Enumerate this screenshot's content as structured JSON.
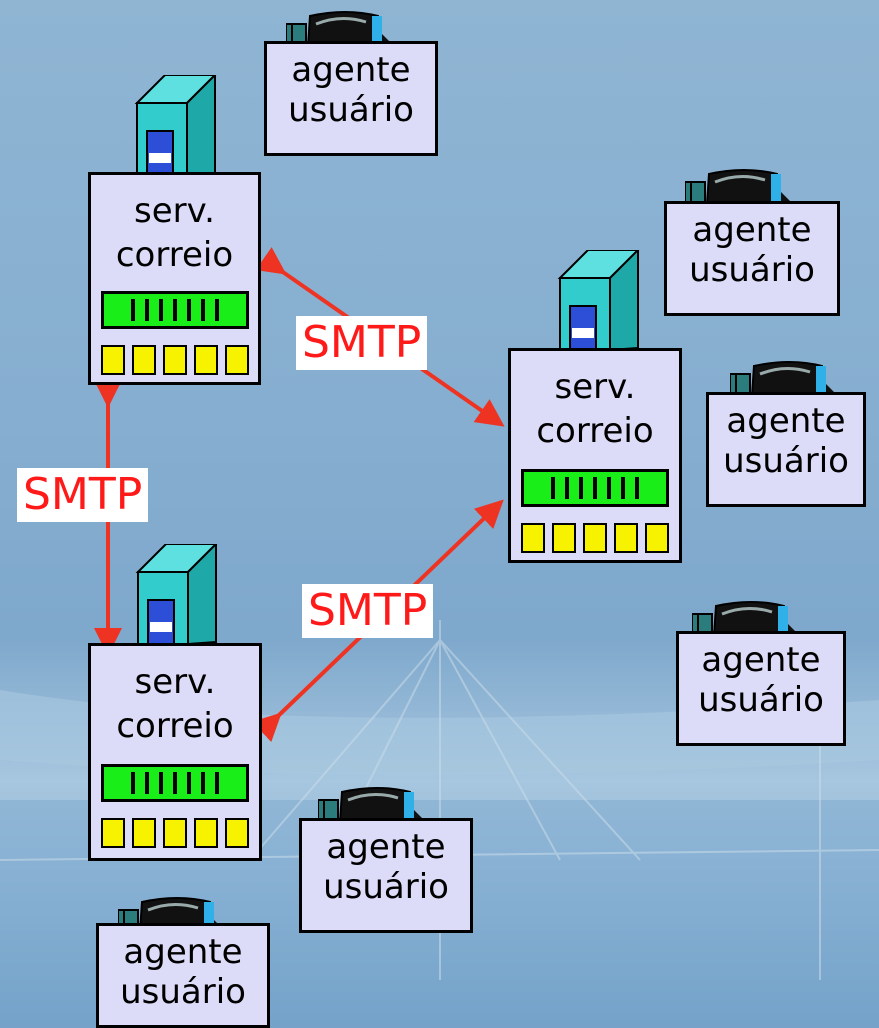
{
  "agent_label_line1": "agente",
  "agent_label_line2": "usuário",
  "server_label_line1": "serv.",
  "server_label_line2": "correio",
  "protocol_label": "SMTP",
  "colors": {
    "arrow": "#ee3322",
    "protocol_text": "#ff1a1a",
    "box_fill": "#dcdcf8",
    "led_panel": "#19ee19",
    "slot": "#f6f200",
    "tower": "#33cccc"
  }
}
